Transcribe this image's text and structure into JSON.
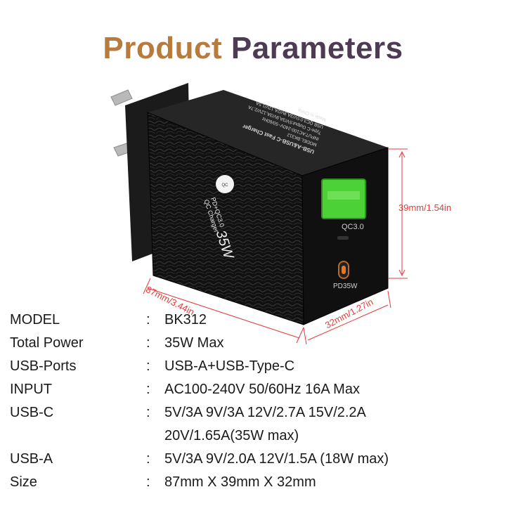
{
  "title": {
    "word1": "Product",
    "word2": "Parameters"
  },
  "colors": {
    "title_word1": "#b77b3b",
    "title_word2": "#4c3b53",
    "dimension": "#e23b3b",
    "qc_port": "#4cd137"
  },
  "dimensions": {
    "height": "39mm/1.54in",
    "length": "87mm/3.44in",
    "depth": "32mm/1.27in"
  },
  "product_labels": {
    "brand": "PD+QC3.0",
    "charger": "QC Charger",
    "power": "35W",
    "ports_title": "USB-A&USB-C Fast Charger",
    "model": "MODEL:BK312",
    "input": "INPUT:AC100-240V~50/60Hz",
    "type_c": "Type-C Output:5V/3A,9V/3A,12V/2.7A",
    "usb_a": "USB QC3.0:5V/3A,9V/2A,12V/1.5A",
    "made_in": "Made in China",
    "qc_port_label": "QC3.0",
    "pd_port_label": "PD35W"
  },
  "specs": [
    {
      "key": "MODEL",
      "colon": ":",
      "value": "BK312"
    },
    {
      "key": "Total Power",
      "colon": ":",
      "value": "35W Max"
    },
    {
      "key": "USB-Ports",
      "colon": ":",
      "value": "USB-A+USB-Type-C"
    },
    {
      "key": "INPUT",
      "colon": ":",
      "value": "AC100-240V 50/60Hz 16A Max"
    },
    {
      "key": "USB-C",
      "colon": ":",
      "value": "5V/3A 9V/3A 12V/2.7A 15V/2.2A",
      "value2": "20V/1.65A(35W max)"
    },
    {
      "key": "USB-A",
      "colon": ":",
      "value": "5V/3A 9V/2.0A 12V/1.5A (18W max)"
    },
    {
      "key": "Size",
      "colon": ":",
      "value": "87mm X 39mm X 32mm"
    }
  ]
}
